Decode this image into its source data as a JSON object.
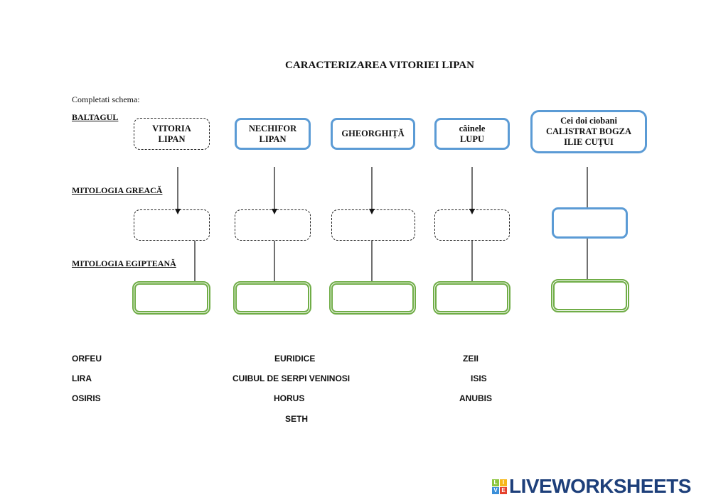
{
  "title": "CARACTERIZAREA VITORIEI LIPAN",
  "instruction": "Completati schema:",
  "rows": {
    "baltagul": "BALTAGUL",
    "greaca": "MITOLOGIA GREACĂ",
    "egipteana": "MITOLOGIA EGIPTEANĂ"
  },
  "characters": [
    {
      "line1": "VITORIA",
      "line2": "LIPAN"
    },
    {
      "line1": "NECHIFOR",
      "line2": "LIPAN"
    },
    {
      "line1": "GHEORGHIȚĂ",
      "line2": ""
    },
    {
      "line1": "câinele",
      "line2": "LUPU"
    },
    {
      "line1": "Cei doi ciobani",
      "line2": "CALISTRAT BOGZA",
      "line3": "ILIE CUȚUI"
    }
  ],
  "word_bank": [
    "ORFEU",
    "EURIDICE",
    "ZEII",
    "LIRA",
    "CUIBUL DE SERPI VENINOSI",
    "ISIS",
    "OSIRIS",
    "HORUS",
    "ANUBIS",
    "SETH"
  ],
  "logo": {
    "tiles": [
      "L",
      "I",
      "V",
      "E"
    ],
    "text": "LIVEWORKSHEETS"
  },
  "colors": {
    "blue": "#5b9bd5",
    "green": "#70ad47",
    "brand": "#1d3f7a"
  }
}
